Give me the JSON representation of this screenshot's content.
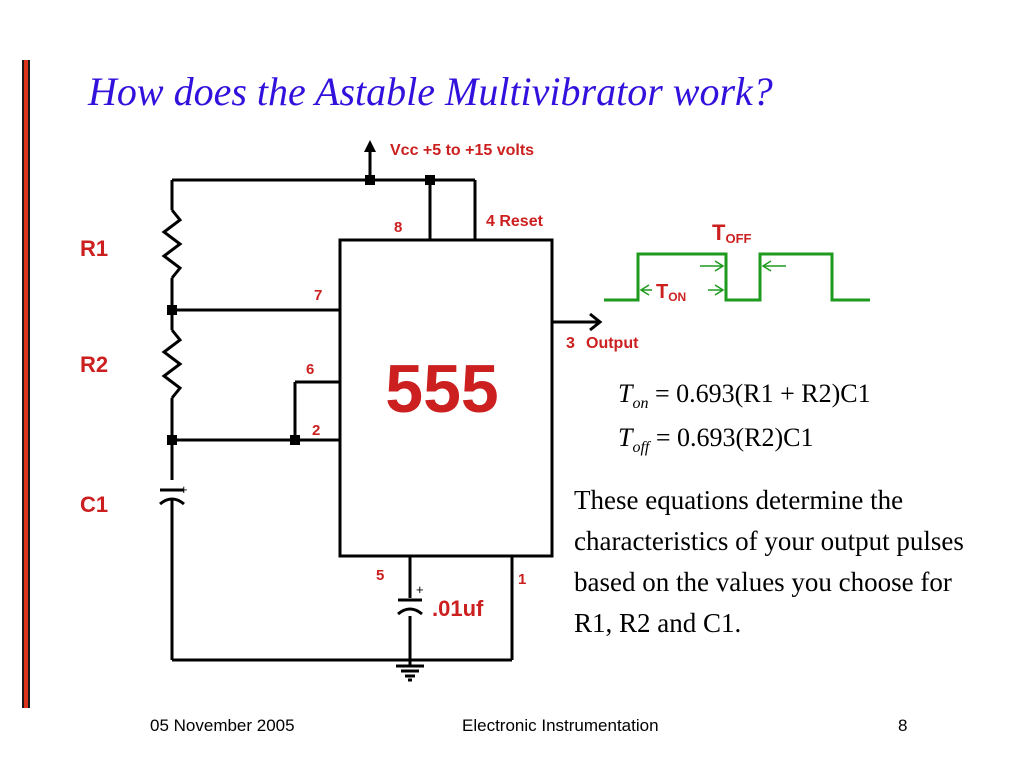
{
  "slide": {
    "title": "How does the Astable Multivibrator work?",
    "body": "These equations determine the characteristics of your output pulses based on the values you choose for R1, R2 and C1."
  },
  "circuit": {
    "supply_label": "Vcc +5 to +15 volts",
    "chip_label": "555",
    "pin8": "8",
    "pin4": "4 Reset",
    "pin7": "7",
    "pin6": "6",
    "pin2": "2",
    "pin3": "3",
    "output_label": "Output",
    "pin5": "5",
    "pin1": "1",
    "r1_label": "R1",
    "r2_label": "R2",
    "c1_label": "C1",
    "cap_value_label": ".01uf",
    "plus_sign": "+"
  },
  "waveform": {
    "t_off": {
      "main": "T",
      "sub": "OFF"
    },
    "t_on": {
      "main": "T",
      "sub": "ON"
    }
  },
  "equations": {
    "ton": {
      "lhs_main": "T",
      "lhs_sub": "on",
      "rhs": "= 0.693(R1 + R2)C1"
    },
    "toff": {
      "lhs_main": "T",
      "lhs_sub": "off",
      "rhs": "= 0.693(R2)C1"
    }
  },
  "footer": {
    "date": "05 November 2005",
    "course": "Electronic Instrumentation",
    "page": "8"
  },
  "colors": {
    "title": "#3311dd",
    "accent_bar": "#d9341a",
    "circuit_labels": "#cc1f1f",
    "waveform": "#1e9a1e"
  }
}
